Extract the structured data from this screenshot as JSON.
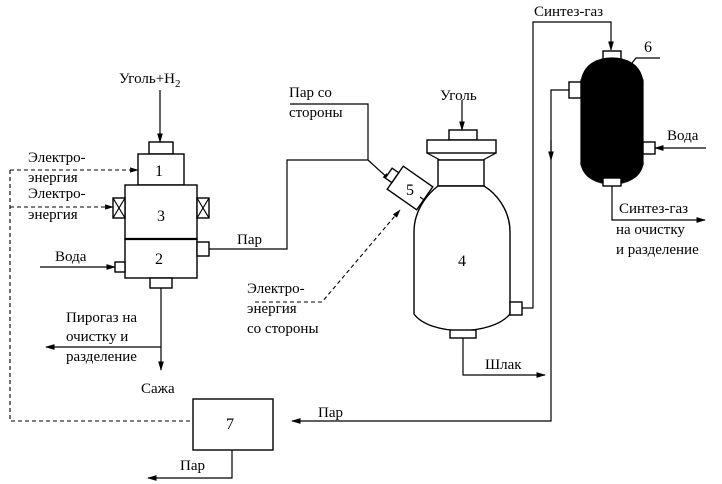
{
  "labels": {
    "coal_h2": "Уголь+H",
    "coal_h2_sub": "2",
    "electro1_a": "Электро-",
    "electro1_b": "энергия",
    "electro2_a": "Электро-",
    "electro2_b": "энергия",
    "water_left": "Вода",
    "pyrogas_a": "Пирогаз на",
    "pyrogas_b": "очистку и",
    "pyrogas_c": "разделение",
    "soot": "Сажа",
    "steam_ext_a": "Пар со",
    "steam_ext_b": "стороны",
    "steam_mid": "Пар",
    "electro_ext_a": "Электро-",
    "electro_ext_b": "энергия",
    "electro_ext_c": "со стороны",
    "coal_top": "Уголь",
    "slag": "Шлак",
    "syngas_top": "Синтез-газ",
    "water_right": "Вода",
    "syngas_out_a": "Синтез-газ",
    "syngas_out_b": "на очистку",
    "syngas_out_c": "и разделение",
    "steam_return": "Пар",
    "steam_out": "Пар"
  },
  "numbers": {
    "n1": "1",
    "n2": "2",
    "n3": "3",
    "n4": "4",
    "n5": "5",
    "n6": "6",
    "n7": "7"
  }
}
